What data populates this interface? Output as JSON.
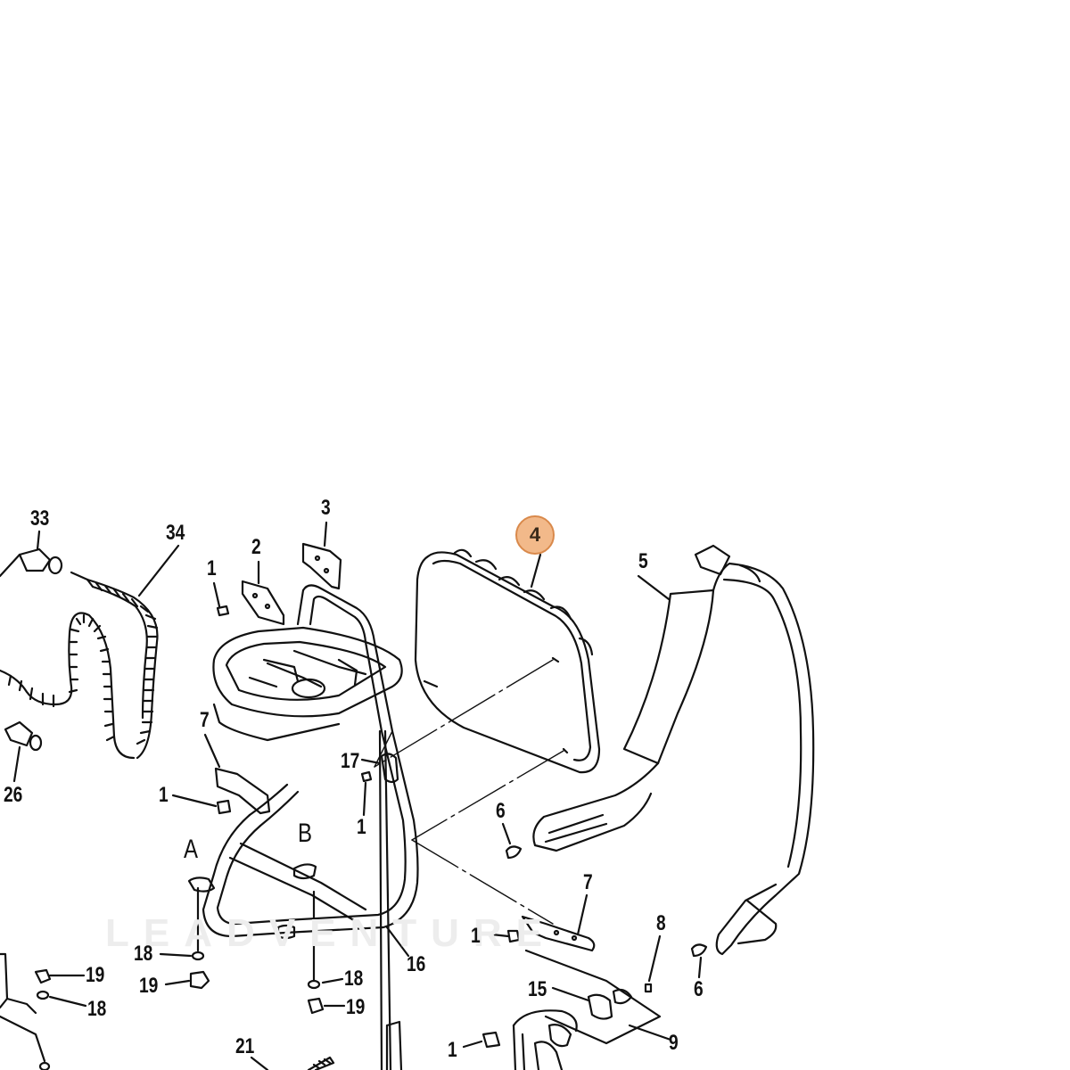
{
  "watermark": "LEADVENTURE",
  "highlight": {
    "label": "4",
    "color": "#f2b98a"
  },
  "labels": {
    "l33": "33",
    "l34": "34",
    "l26": "26",
    "l1a": "1",
    "l2": "2",
    "l3": "3",
    "l7a": "7",
    "l1b": "1",
    "l17": "17",
    "l1c": "1",
    "lA": "A",
    "lB": "B",
    "l18a": "18",
    "l19a": "19",
    "l19b": "19",
    "l18b": "18",
    "l18c": "18",
    "l19c": "19",
    "l16": "16",
    "l5": "5",
    "l6a": "6",
    "l7b": "7",
    "l1d": "1",
    "l8": "8",
    "l6b": "6",
    "l15": "15",
    "l1e": "1",
    "l9": "9",
    "l21": "21"
  }
}
